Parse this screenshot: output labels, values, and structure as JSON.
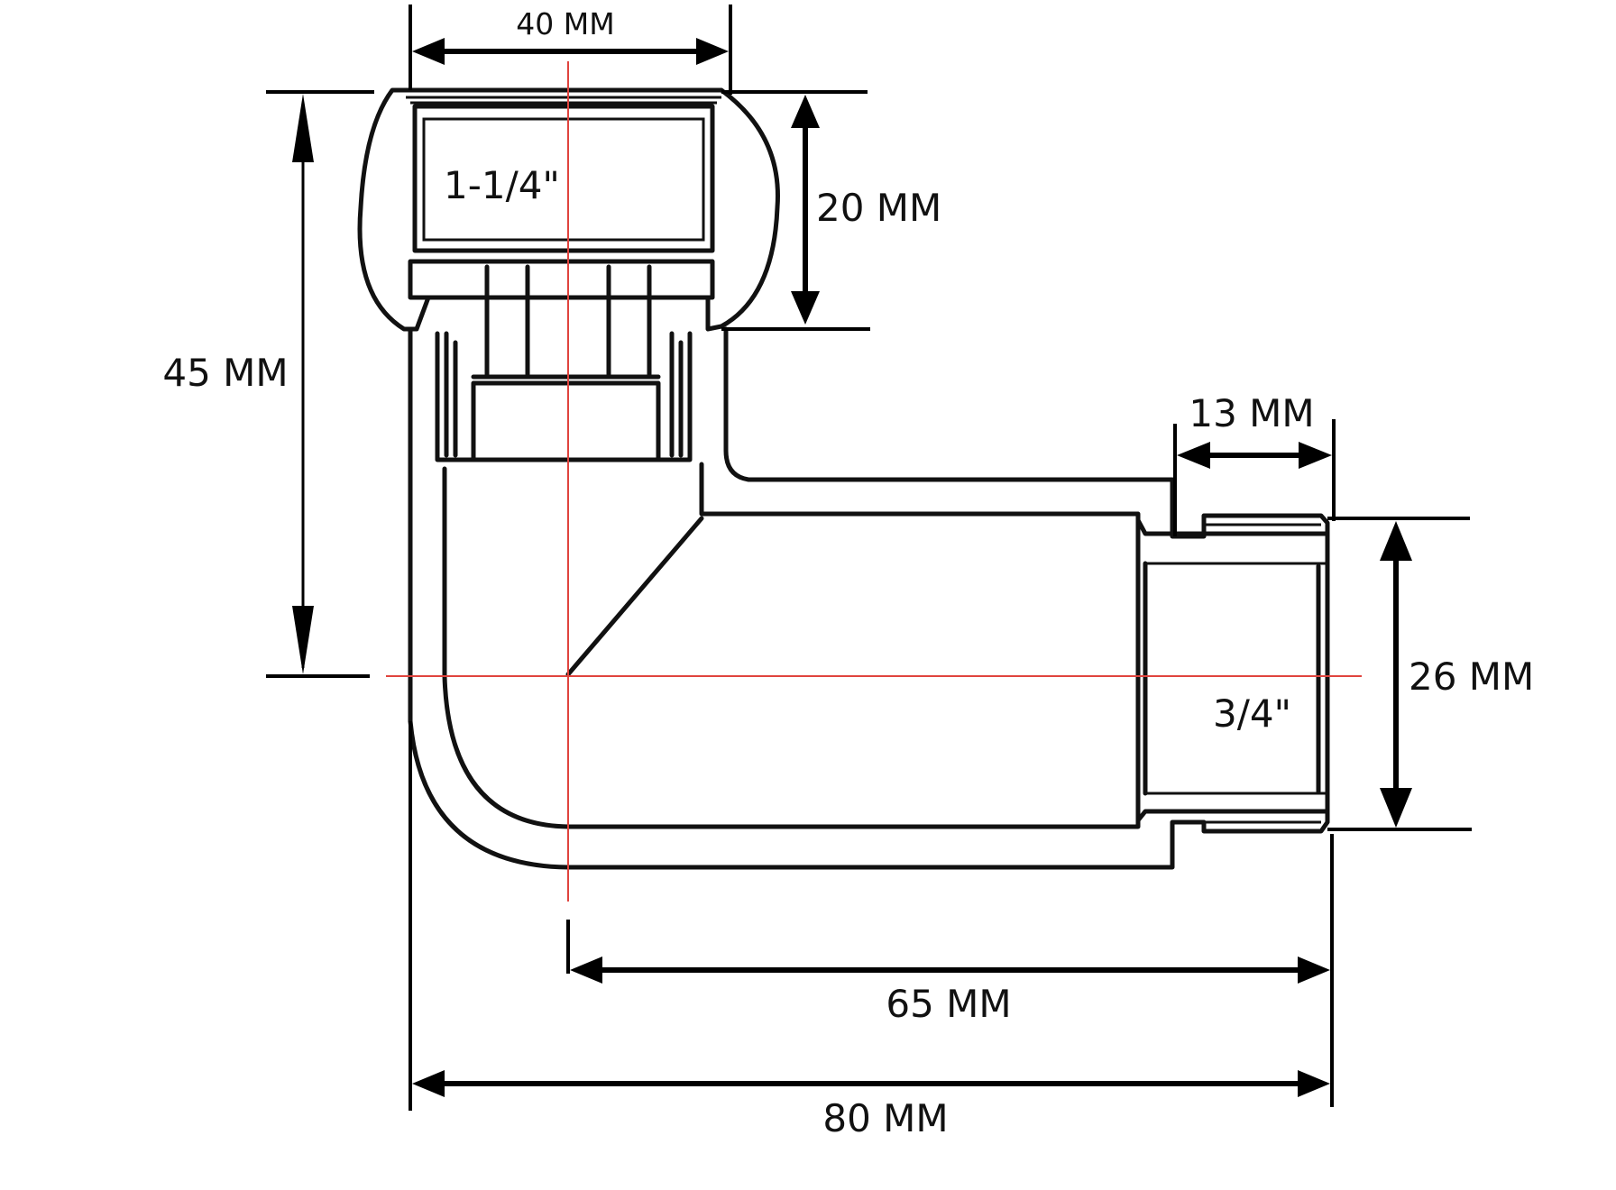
{
  "labels": {
    "dim_top_width": "40 MM",
    "dim_top_height": "20 MM",
    "dim_overall_height": "45 MM",
    "dim_side_thread_length": "13 MM",
    "dim_side_diameter": "26 MM",
    "dim_center_to_end": "65 MM",
    "dim_overall_length": "80 MM",
    "thread_top": "1-1/4\"",
    "thread_side": "3/4\""
  },
  "colors": {
    "outline": "#111111",
    "dimension": "#000000",
    "centerline": "#e0443e",
    "background": "#ffffff"
  }
}
